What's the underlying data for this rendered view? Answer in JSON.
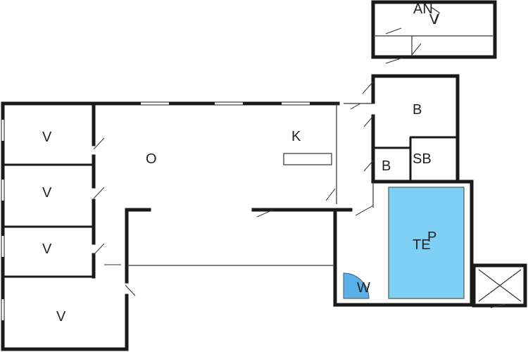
{
  "rooms": {
    "annex": "AN",
    "annex2": "V",
    "bedroom_top": "B",
    "bedroom_small": "B",
    "sauna": "SB",
    "kitchen": "K",
    "living": "O",
    "pool_te": "TE",
    "pool_p": "P",
    "wc": "W",
    "v1": "V",
    "v2": "V",
    "v3": "V",
    "v4": "V"
  },
  "colors": {
    "wall": "#1a1a1a",
    "pool": "#7fd0f5",
    "shower": "#5ab0e8"
  }
}
